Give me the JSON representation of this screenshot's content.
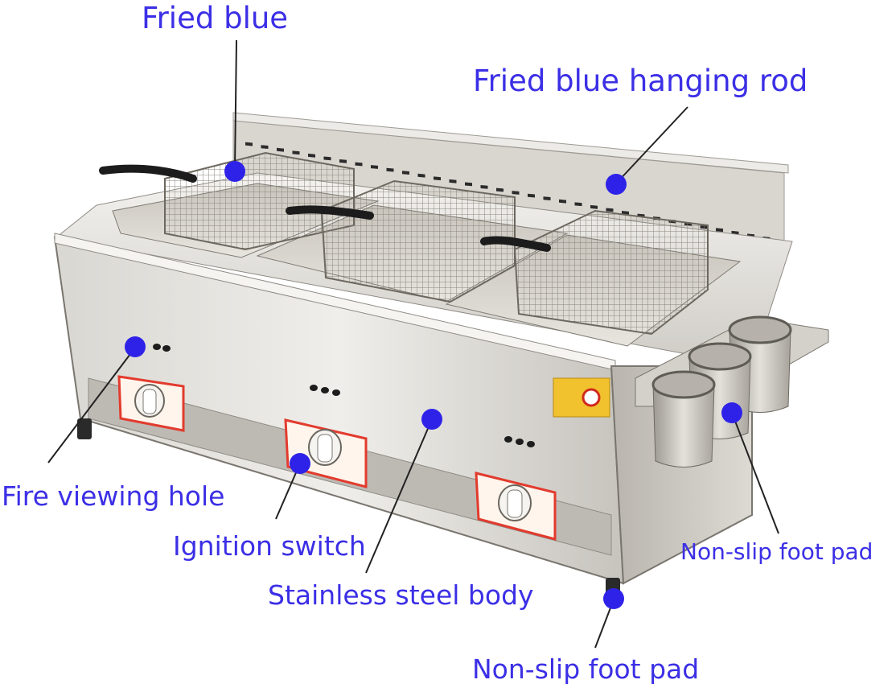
{
  "labels": {
    "basket": "Fried blue",
    "hanging_rod": "Fried blue hanging rod",
    "fire_hole": "Fire viewing hole",
    "ignition": "Ignition switch",
    "body": "Stainless steel body",
    "foot_pad_side": "Non-slip foot pad",
    "foot_pad_front": "Non-slip foot pad"
  },
  "colors": {
    "label": "#3b2fe6",
    "marker": "#2f22e8",
    "leader": "#222222",
    "steel_light": "#eceae6",
    "steel_mid": "#c9c6c0",
    "steel_dark": "#8f8b85",
    "knob_panel": "#e23b2e"
  }
}
